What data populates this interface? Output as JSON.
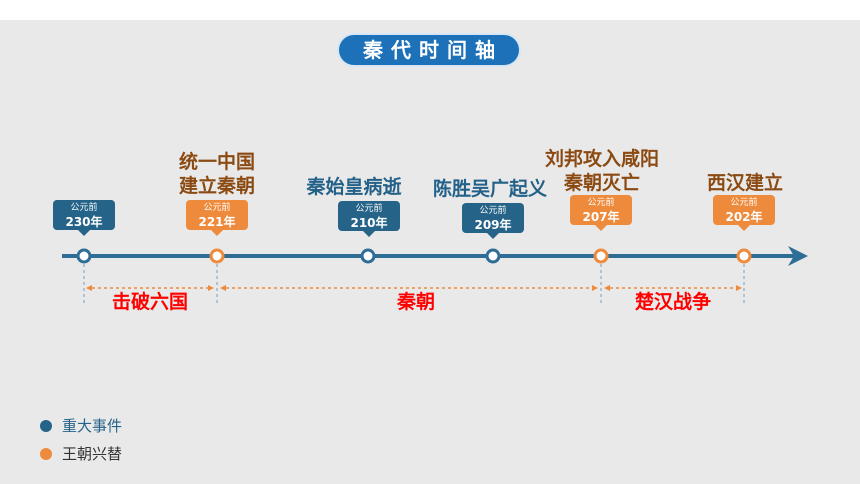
{
  "title": "秦代时间轴",
  "events": [
    {
      "text": "",
      "prefix": "公元前",
      "year": "230年",
      "kind": "major"
    },
    {
      "text": "统一中国\n建立秦朝",
      "prefix": "公元前",
      "year": "221年",
      "kind": "dynasty"
    },
    {
      "text": "秦始皇病逝",
      "prefix": "公元前",
      "year": "210年",
      "kind": "major"
    },
    {
      "text": "陈胜吴广起义",
      "prefix": "公元前",
      "year": "209年",
      "kind": "major"
    },
    {
      "text": "刘邦攻入咸阳\n秦朝灭亡",
      "prefix": "公元前",
      "year": "207年",
      "kind": "dynasty"
    },
    {
      "text": "西汉建立",
      "prefix": "公元前",
      "year": "202年",
      "kind": "dynasty"
    }
  ],
  "periods": [
    {
      "label": "击破六国"
    },
    {
      "label": "秦朝"
    },
    {
      "label": "楚汉战争"
    }
  ],
  "legend": [
    {
      "label": "重大事件",
      "color": "#256388"
    },
    {
      "label": "王朝兴替",
      "color": "#ee8a3b"
    }
  ],
  "colors": {
    "major": "#256388",
    "dynasty": "#ee8a3b",
    "axis": "#2e6d96",
    "period_text": "#ff0000"
  }
}
